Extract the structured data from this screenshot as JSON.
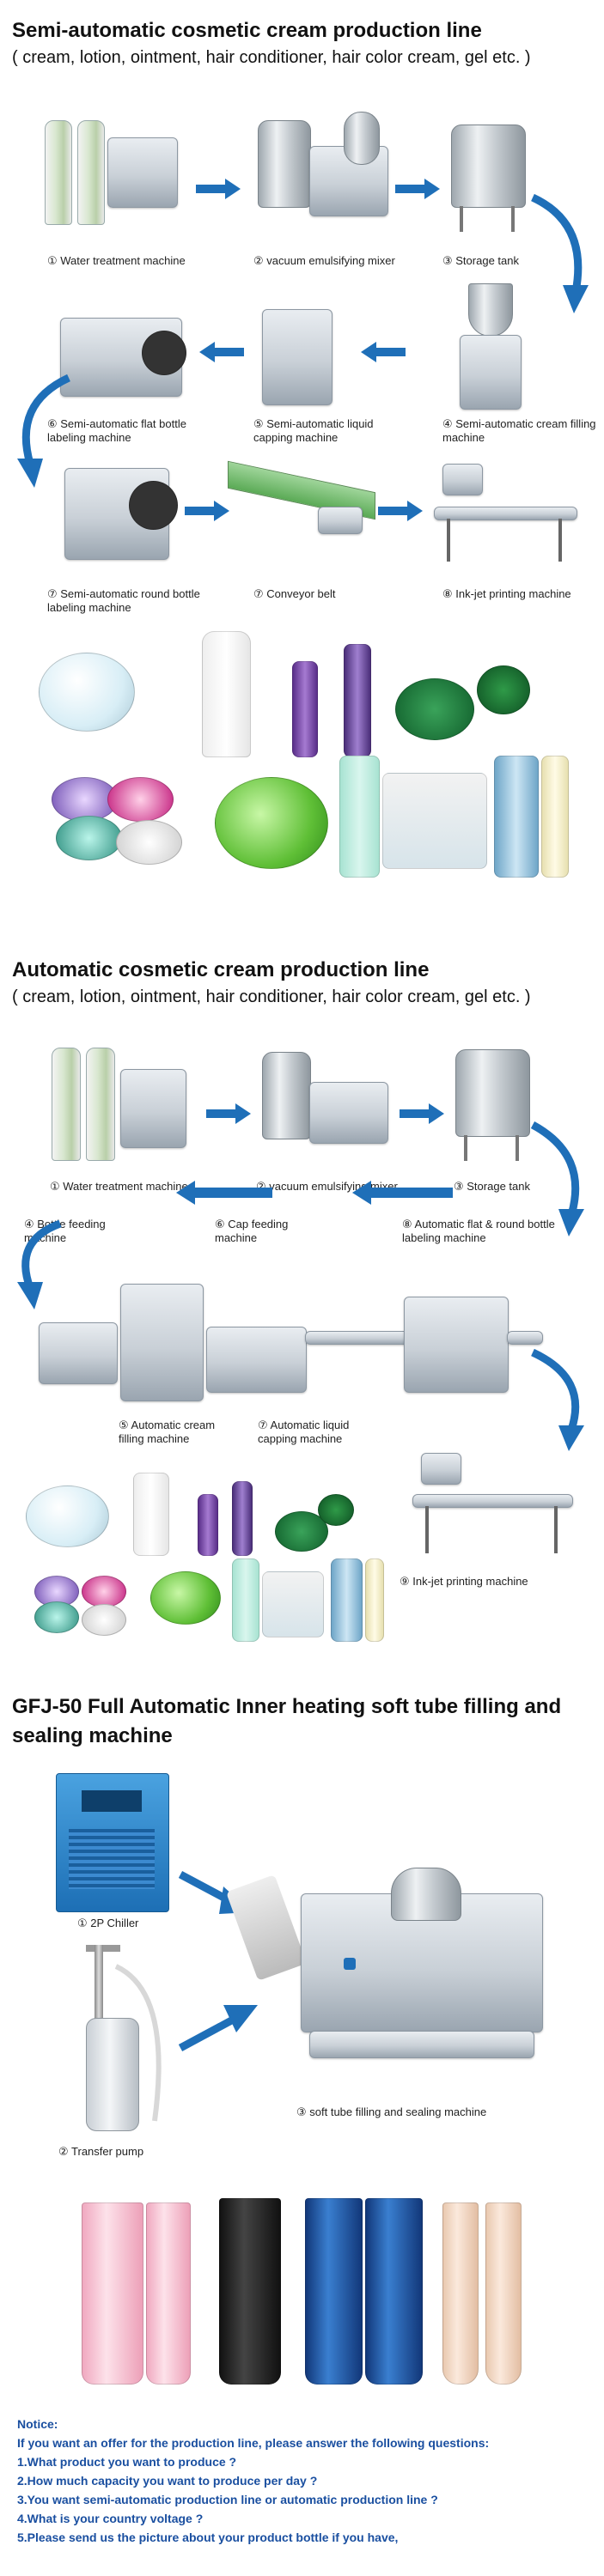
{
  "section1": {
    "title": "Semi-automatic cosmetic cream production line",
    "subtitle": "( cream, lotion, ointment, hair conditioner, hair color cream, gel  etc. )",
    "steps": [
      "① Water treatment machine",
      "② vacuum emulsifying mixer",
      "③ Storage tank",
      "④ Semi-automatic cream filling machine",
      "⑤ Semi-automatic liquid capping machine",
      "⑥ Semi-automatic flat bottle labeling machine",
      "⑦ Conveyor belt",
      "⑧ Ink-jet printing machine",
      "⑦ Semi-automatic round bottle labeling machine"
    ]
  },
  "section2": {
    "title": "Automatic cosmetic cream production line",
    "subtitle": "( cream, lotion, ointment, hair conditioner, hair color cream, gel  etc. )",
    "steps": [
      "① Water treatment machine",
      "② vacuum emulsifying mixer",
      "③ Storage tank",
      "④ Bottle feeding machine",
      "⑥ Cap feeding machine",
      "⑧ Automatic flat & round bottle labeling machine",
      "⑤ Automatic cream filling machine",
      "⑦ Automatic liquid capping machine",
      "⑨ Ink-jet printing machine"
    ]
  },
  "section3": {
    "title_line1": "GFJ-50 Full Automatic Inner heating soft tube filling and",
    "title_line2": "sealing machine",
    "steps": [
      "① 2P Chiller",
      "② Transfer pump",
      "③ soft tube filling and sealing machine"
    ]
  },
  "notice": {
    "heading": "Notice:",
    "intro": "If you want an offer for the production line, please answer the following questions:",
    "questions": [
      "1.What product you want to produce ?",
      "2.How much capacity you want to produce per day  ?",
      "3.You want semi-automatic production line or automatic production line  ?",
      "4.What is your country voltage  ?",
      "5.Please send us the picture about your product bottle if you have,"
    ]
  },
  "colors": {
    "arrow": "#1f6fb8",
    "notice_text": "#1a4fa0",
    "heading": "#111111"
  },
  "icons": [
    "arrow-right-icon",
    "arrow-left-icon",
    "curved-arrow-icon"
  ]
}
